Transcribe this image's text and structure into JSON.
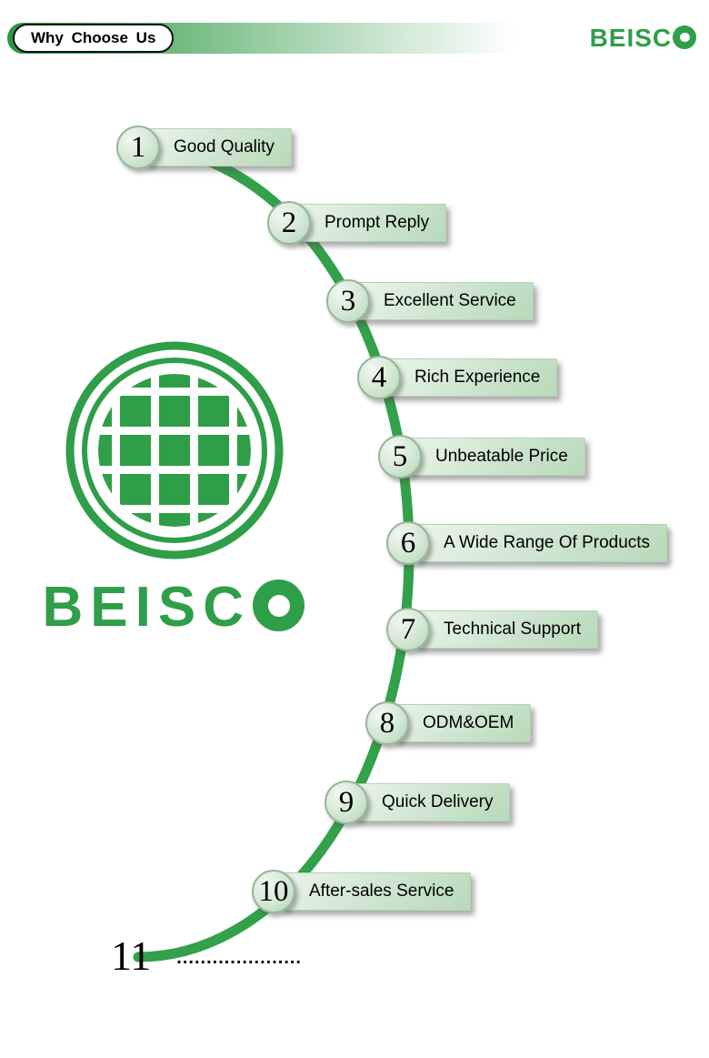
{
  "header": {
    "title": "Why Choose Us",
    "brand_prefix": "BEISC",
    "brand_o": "O"
  },
  "logo": {
    "text_prefix": "BEISC",
    "text_o": "O"
  },
  "steps": [
    {
      "number": "1",
      "label": "Good Quality"
    },
    {
      "number": "2",
      "label": "Prompt Reply"
    },
    {
      "number": "3",
      "label": "Excellent Service"
    },
    {
      "number": "4",
      "label": "Rich Experience"
    },
    {
      "number": "5",
      "label": "Unbeatable Price"
    },
    {
      "number": "6",
      "label": "A Wide Range Of Products"
    },
    {
      "number": "7",
      "label": "Technical Support"
    },
    {
      "number": "8",
      "label": "ODM&OEM"
    },
    {
      "number": "9",
      "label": "Quick Delivery"
    },
    {
      "number": "10",
      "label": "After-sales Service"
    },
    {
      "number": "11",
      "label": "....................."
    }
  ],
  "colors": {
    "brand_green": "#2f9e48",
    "arc_green": "#33a04a",
    "box_light": "#eaf5ea",
    "box_dark": "#b9d9ba"
  }
}
